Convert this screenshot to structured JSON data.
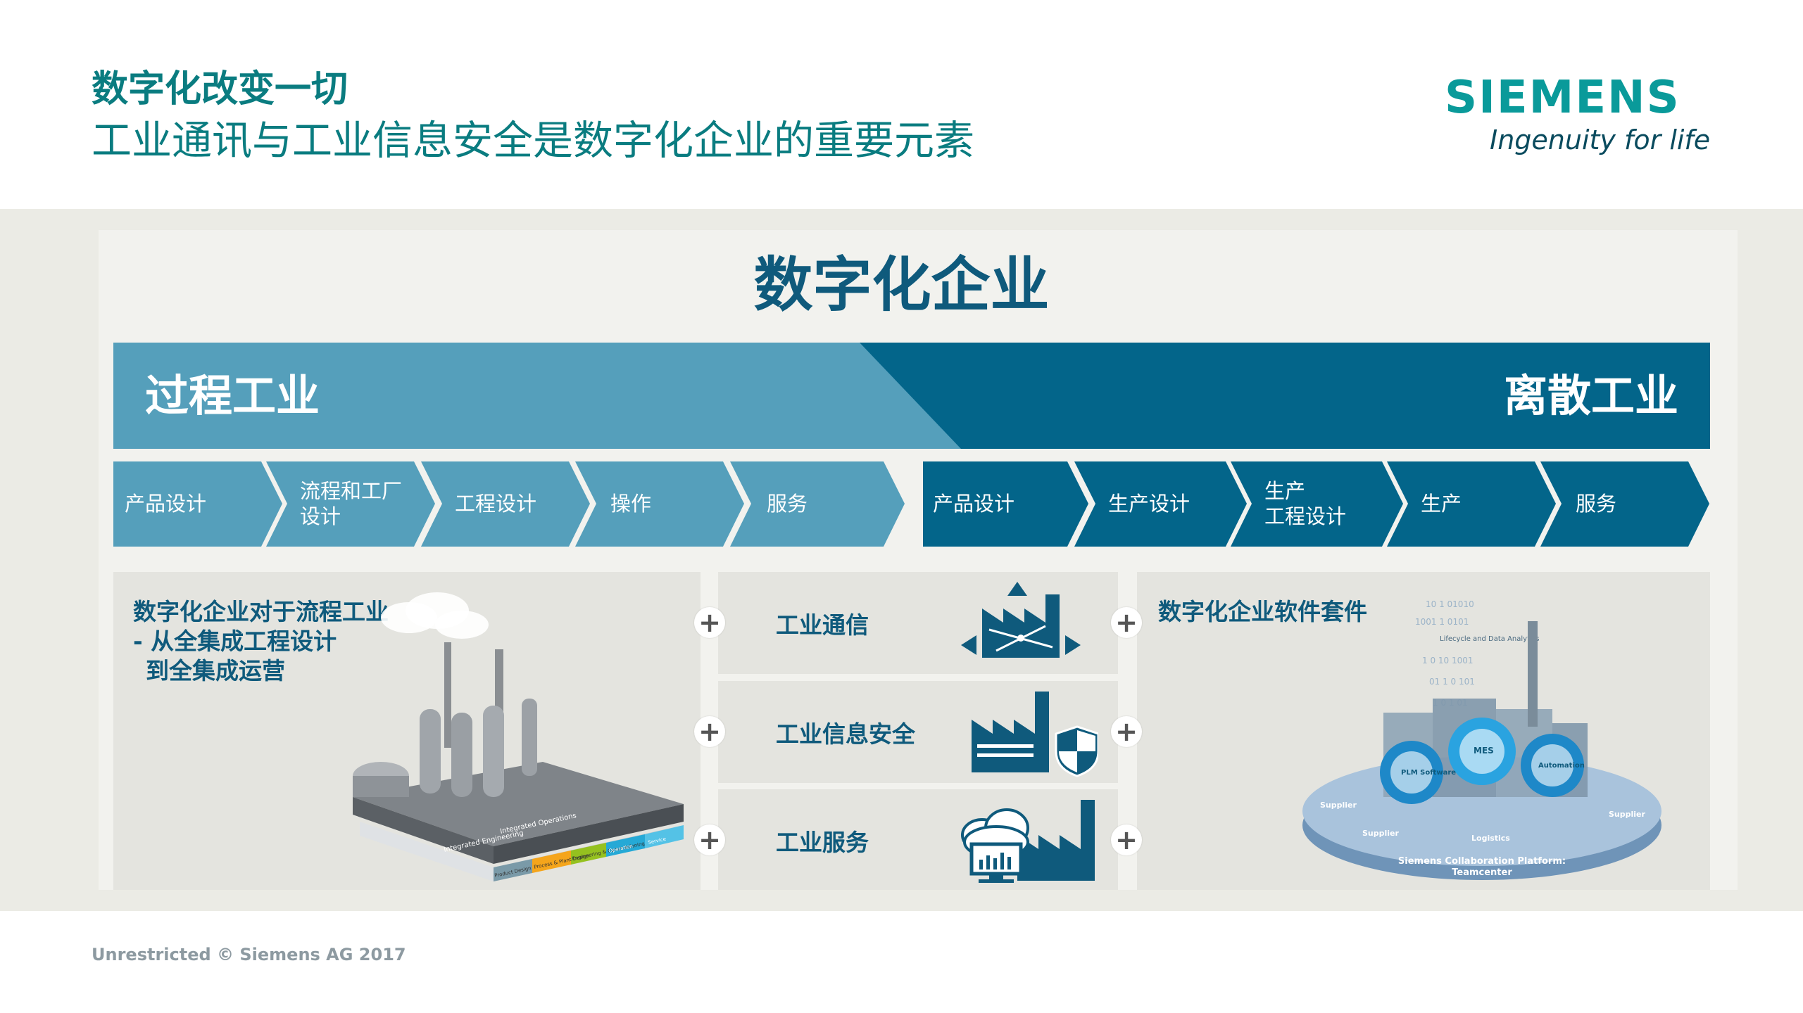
{
  "header": {
    "title": "数字化改变一切",
    "subtitle": "工业通讯与工业信息安全是数字化企业的重要元素"
  },
  "logo": {
    "brand": "SIEMENS",
    "tagline": "Ingenuity for life"
  },
  "main": {
    "title": "数字化企业",
    "process_label": "过程工业",
    "discrete_label": "离散工业"
  },
  "process_steps": [
    {
      "line1": "产品设计",
      "line2": ""
    },
    {
      "line1": "流程和工厂",
      "line2": "设计"
    },
    {
      "line1": "工程设计",
      "line2": ""
    },
    {
      "line1": "操作",
      "line2": ""
    },
    {
      "line1": "服务",
      "line2": ""
    }
  ],
  "discrete_steps": [
    {
      "line1": "产品设计",
      "line2": ""
    },
    {
      "line1": "生产设计",
      "line2": ""
    },
    {
      "line1": "生产",
      "line2": "工程设计"
    },
    {
      "line1": "生产",
      "line2": ""
    },
    {
      "line1": "服务",
      "line2": ""
    }
  ],
  "left_box": {
    "line1": "数字化企业对于流程工业",
    "line2": "- 从全集成工程设计",
    "line3": "到全集成运营"
  },
  "plant_illustration": {
    "layer_top": "Integrated Operations",
    "layer_mid": "Integrated Engineering",
    "seg1": "Product Design",
    "seg2": "Process & Plant Design",
    "seg3": "Engineering & Commissioning",
    "seg4": "Operation",
    "seg5": "Service"
  },
  "middle_items": [
    {
      "label": "工业通信",
      "icon": "network-factory-icon"
    },
    {
      "label": "工业信息安全",
      "icon": "shield-factory-icon"
    },
    {
      "label": "工业服务",
      "icon": "cloud-monitor-factory-icon"
    }
  ],
  "plus_symbol": "+",
  "right_box": {
    "title": "数字化企业软件套件",
    "cloud_label": "Lifecycle and Data Analytics",
    "platform_line1": "Siemens Collaboration Platform:",
    "platform_line2": "Teamcenter",
    "supplier": "Supplier",
    "logistics": "Logistics",
    "disc1": "PLM Software",
    "disc2": "MES",
    "disc3": "Automation"
  },
  "footer": {
    "text": "Unrestricted © Siemens AG 2017"
  },
  "colors": {
    "teal_title": "#0a7c80",
    "light_blue": "#559fbb",
    "dark_blue": "#03658a",
    "navy": "#0f5a7c"
  }
}
